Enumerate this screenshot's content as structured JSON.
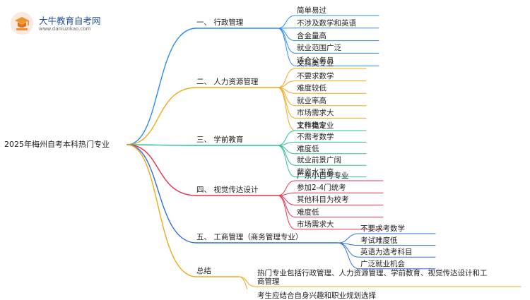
{
  "header": {
    "brand": "大牛教育自考网",
    "site": "www.daniuzikao.com"
  },
  "root": "2025年梅州自考本科热门专业",
  "branches": [
    {
      "label": "一、 行政管理",
      "color": "#2b8cf0",
      "items": [
        "简单易过",
        "不涉及数学和英语",
        "含金量高",
        "就业范围广泛",
        "适合公务员"
      ]
    },
    {
      "label": "二、 人力资源管理",
      "color": "#f0a91c",
      "items": [
        "文科类专业",
        "不要求数学",
        "难度较低",
        "就业率高",
        "市场需求大",
        "工作稳定"
      ]
    },
    {
      "label": "三、 学前教育",
      "color": "#2dbf9b",
      "items": [
        "文科类专业",
        "不需考数学",
        "难度低",
        "就业前景广阔",
        "薪资水平高"
      ]
    },
    {
      "label": "四、 视觉传达设计",
      "color": "#e8334f",
      "items": [
        "广东小自考专业",
        "参加2-4门统考",
        "其他科目为校考",
        "难度低",
        "市场需求大"
      ]
    },
    {
      "label": "五、 工商管理（商务管理专业）",
      "color": "#2e6fe3",
      "items": [
        "不要求考数学",
        "考试难度低",
        "英语为选考科目",
        "广泛就业机会"
      ]
    },
    {
      "label": "总结",
      "color": "#f0a91c",
      "items": [
        "热门专业包括行政管理、人力资源管理、学前教育、视觉传达设计和工|商管理",
        "考生应结合自身兴趣和职业规划选择"
      ]
    }
  ]
}
